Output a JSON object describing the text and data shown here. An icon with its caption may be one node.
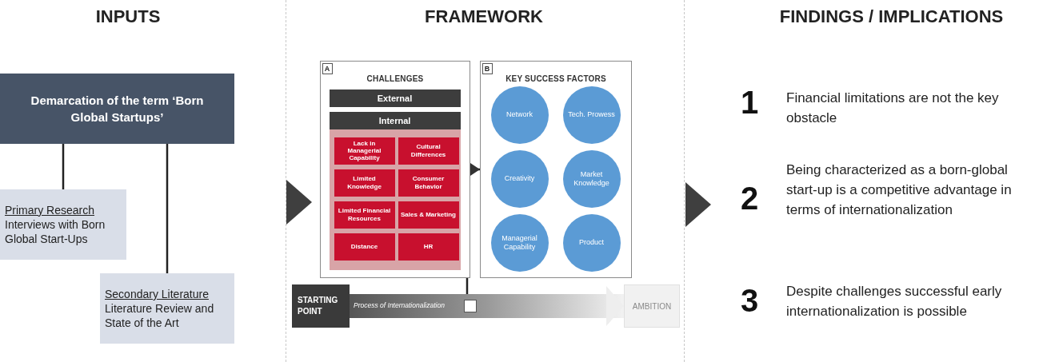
{
  "diagram": {
    "nodes": [
      {
        "text": [
          "Demarcation of the term ‘Born Global Startups’"
        ]
      },
      {
        "text": [
          "Primary Research",
          "Interviews with Born Global Start-Ups"
        ]
      },
      {
        "text": [
          "Secondary Literature",
          "Literature Review and State of the Art"
        ]
      },
      {
        "text": [
          "CHALLENGES"
        ]
      },
      {
        "text": [
          "A"
        ],
        "in": 3
      },
      {
        "text": [
          "External"
        ],
        "in": 3
      },
      {
        "text": [
          "Internal"
        ],
        "in": 3
      },
      {
        "text": [],
        "shape": "box",
        "in": 3
      },
      {
        "text": [
          "Lack in Managerial Capability"
        ],
        "in": 7
      },
      {
        "text": [
          "Cultural Differences"
        ],
        "in": 7
      },
      {
        "text": [
          "Limited Knowledge"
        ],
        "in": 7
      },
      {
        "text": [
          "Consumer Behavior"
        ],
        "in": 7
      },
      {
        "text": [
          "Limited Financial Resources"
        ],
        "in": 7
      },
      {
        "text": [
          "Sales & Marketing"
        ],
        "in": 7
      },
      {
        "text": [
          "Distance"
        ],
        "in": 7
      },
      {
        "text": [
          "HR"
        ],
        "in": 7
      },
      {
        "text": [
          "KEY SUCCESS FACTORS"
        ]
      },
      {
        "text": [
          "B"
        ],
        "in": 16
      },
      {
        "text": [
          "Network"
        ],
        "in": 16
      },
      {
        "text": [
          "Tech. Prowess"
        ],
        "in": 16
      },
      {
        "text": [
          "Creativity"
        ],
        "in": 16
      },
      {
        "text": [
          "Market Knowledge"
        ],
        "in": 16
      },
      {
        "text": [
          "Managerial Capability"
        ],
        "in": 16
      },
      {
        "text": [
          "Product"
        ],
        "in": 16
      },
      {
        "text": [
          "STARTING POINT"
        ]
      },
      {
        "text": [
          "AMBITION"
        ]
      },
      {
        "text": [],
        "shape": "box"
      }
    ],
    "edges": [
      {
        "from": 0,
        "to": 1,
        "arrow": "none"
      },
      {
        "from": 0,
        "to": 2,
        "arrow": "none"
      },
      {
        "from": 3,
        "to": 16,
        "arrow": "to"
      },
      {
        "from": 3,
        "to": 26,
        "arrow": "none"
      },
      {
        "from": 24,
        "to": 25,
        "arrow": "to",
        "label": "Process of Internationalization",
        "style": "thick"
      }
    ],
    "labels": [
      "INPUTS",
      "FRAMEWORK",
      "FINDINGS / IMPLICATIONS",
      "1",
      "Financial limitations are not the key obstacle",
      "2",
      "Being characterized as a born-global start-up is a competitive advantage in terms of internationalization",
      "3",
      "Despite challenges successful early internationalization is possible"
    ]
  }
}
